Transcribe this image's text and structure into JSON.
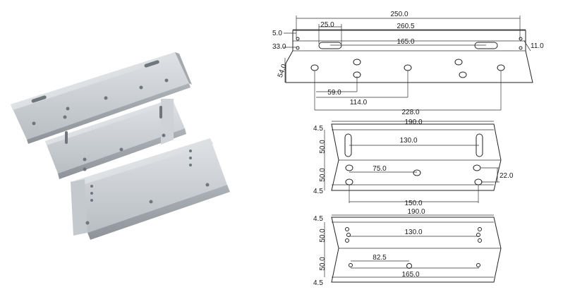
{
  "photo": {
    "description_icon": "aluminium-z-l-bracket-photo"
  },
  "drawing_top": {
    "dims": [
      "250.0",
      "25.0",
      "260.5",
      "5.0",
      "33.0",
      "165.0",
      "11.0",
      "54.0",
      "59.0",
      "114.0",
      "228.0"
    ]
  },
  "drawing_mid": {
    "dims": [
      "4.5",
      "190.0",
      "50.0",
      "130.0",
      "75.0",
      "50.0",
      "22.0",
      "4.5",
      "150.0"
    ]
  },
  "drawing_bottom": {
    "dims": [
      "4.5",
      "190.0",
      "50.0",
      "130.0",
      "82.5",
      "50.0",
      "165.0",
      "4.5"
    ]
  },
  "colors": {
    "line": "#222222",
    "metal_light": "#e4e6e8",
    "metal_mid": "#c9cdd1",
    "metal_dark": "#9ea4aa"
  }
}
